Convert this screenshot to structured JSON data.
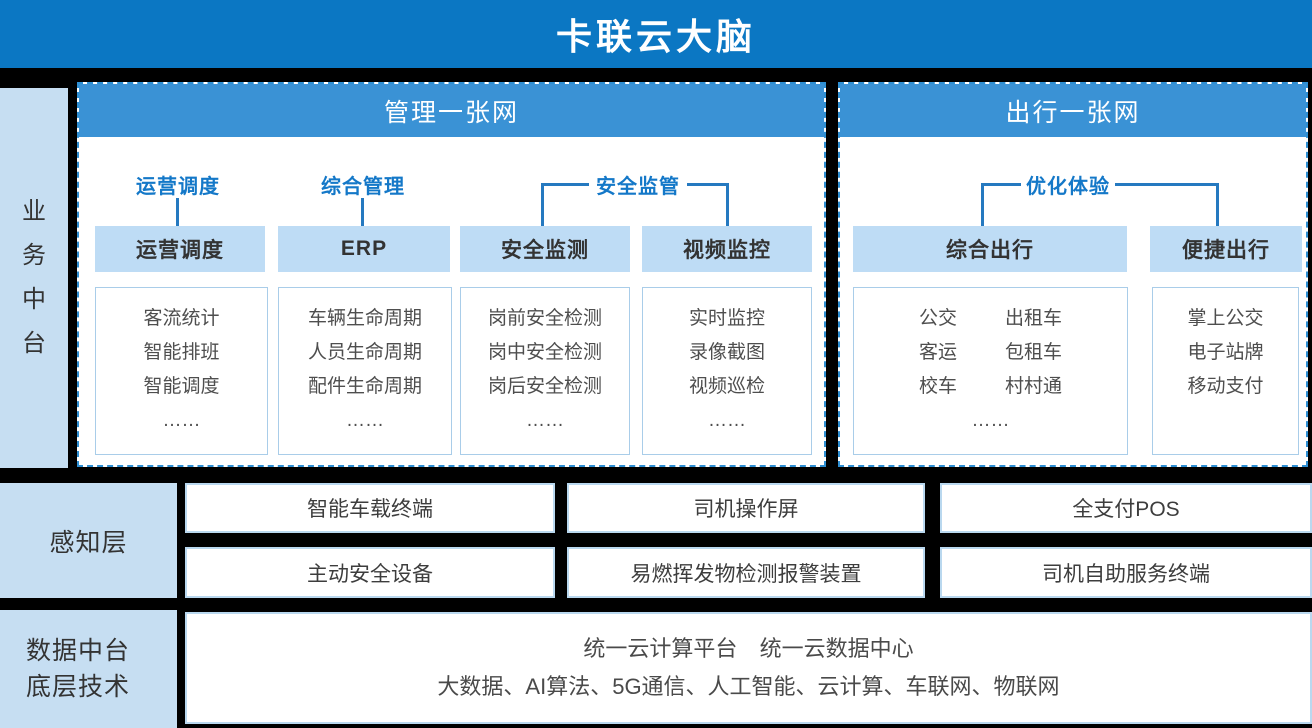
{
  "colors": {
    "banner_bg": "#0b77c3",
    "panel_header_bg": "#3a92d5",
    "box_header_bg": "#bedcf5",
    "side_label_bg": "#c6def2",
    "dashed_border": "#2e8fd3",
    "accent_blue_text": "#1478c8",
    "content_box_border": "#a9cde9",
    "grid_box_border": "#b9d8ef",
    "dark_text": "#333333",
    "gray_text": "#4e4e4e",
    "background": "#000000"
  },
  "banner": {
    "title": "卡联云大脑"
  },
  "business_layer": {
    "sidebar_chars": [
      "业",
      "务",
      "中",
      "台"
    ],
    "left_panel": {
      "header": "管理一张网",
      "labels": {
        "ops": "运营调度",
        "mgmt": "综合管理",
        "safety": "安全监管"
      },
      "columns": [
        {
          "header": "运营调度",
          "items": [
            "客流统计",
            "智能排班",
            "智能调度",
            "……"
          ]
        },
        {
          "header": "ERP",
          "items": [
            "车辆生命周期",
            "人员生命周期",
            "配件生命周期",
            "……"
          ]
        },
        {
          "header": "安全监测",
          "items": [
            "岗前安全检测",
            "岗中安全检测",
            "岗后安全检测",
            "……"
          ]
        },
        {
          "header": "视频监控",
          "items": [
            "实时监控",
            "录像截图",
            "视频巡检",
            "……"
          ]
        }
      ]
    },
    "right_panel": {
      "header": "出行一张网",
      "label": "优化体验",
      "columns": [
        {
          "header": "综合出行",
          "pairs": [
            [
              "公交",
              "出租车"
            ],
            [
              "客运",
              "包租车"
            ],
            [
              "校车",
              "村村通"
            ]
          ],
          "more": "……"
        },
        {
          "header": "便捷出行",
          "items": [
            "掌上公交",
            "电子站牌",
            "移动支付"
          ]
        }
      ]
    }
  },
  "perception_layer": {
    "label": "感知层",
    "rows": [
      [
        "智能车载终端",
        "司机操作屏",
        "全支付POS"
      ],
      [
        "主动安全设备",
        "易燃挥发物检测报警装置",
        "司机自助服务终端"
      ]
    ]
  },
  "data_layer": {
    "label_lines": [
      "数据中台",
      "底层技术"
    ],
    "platform_line": [
      "统一云计算平台",
      "统一云数据中心"
    ],
    "tech_line": "大数据、AI算法、5G通信、人工智能、云计算、车联网、物联网"
  }
}
